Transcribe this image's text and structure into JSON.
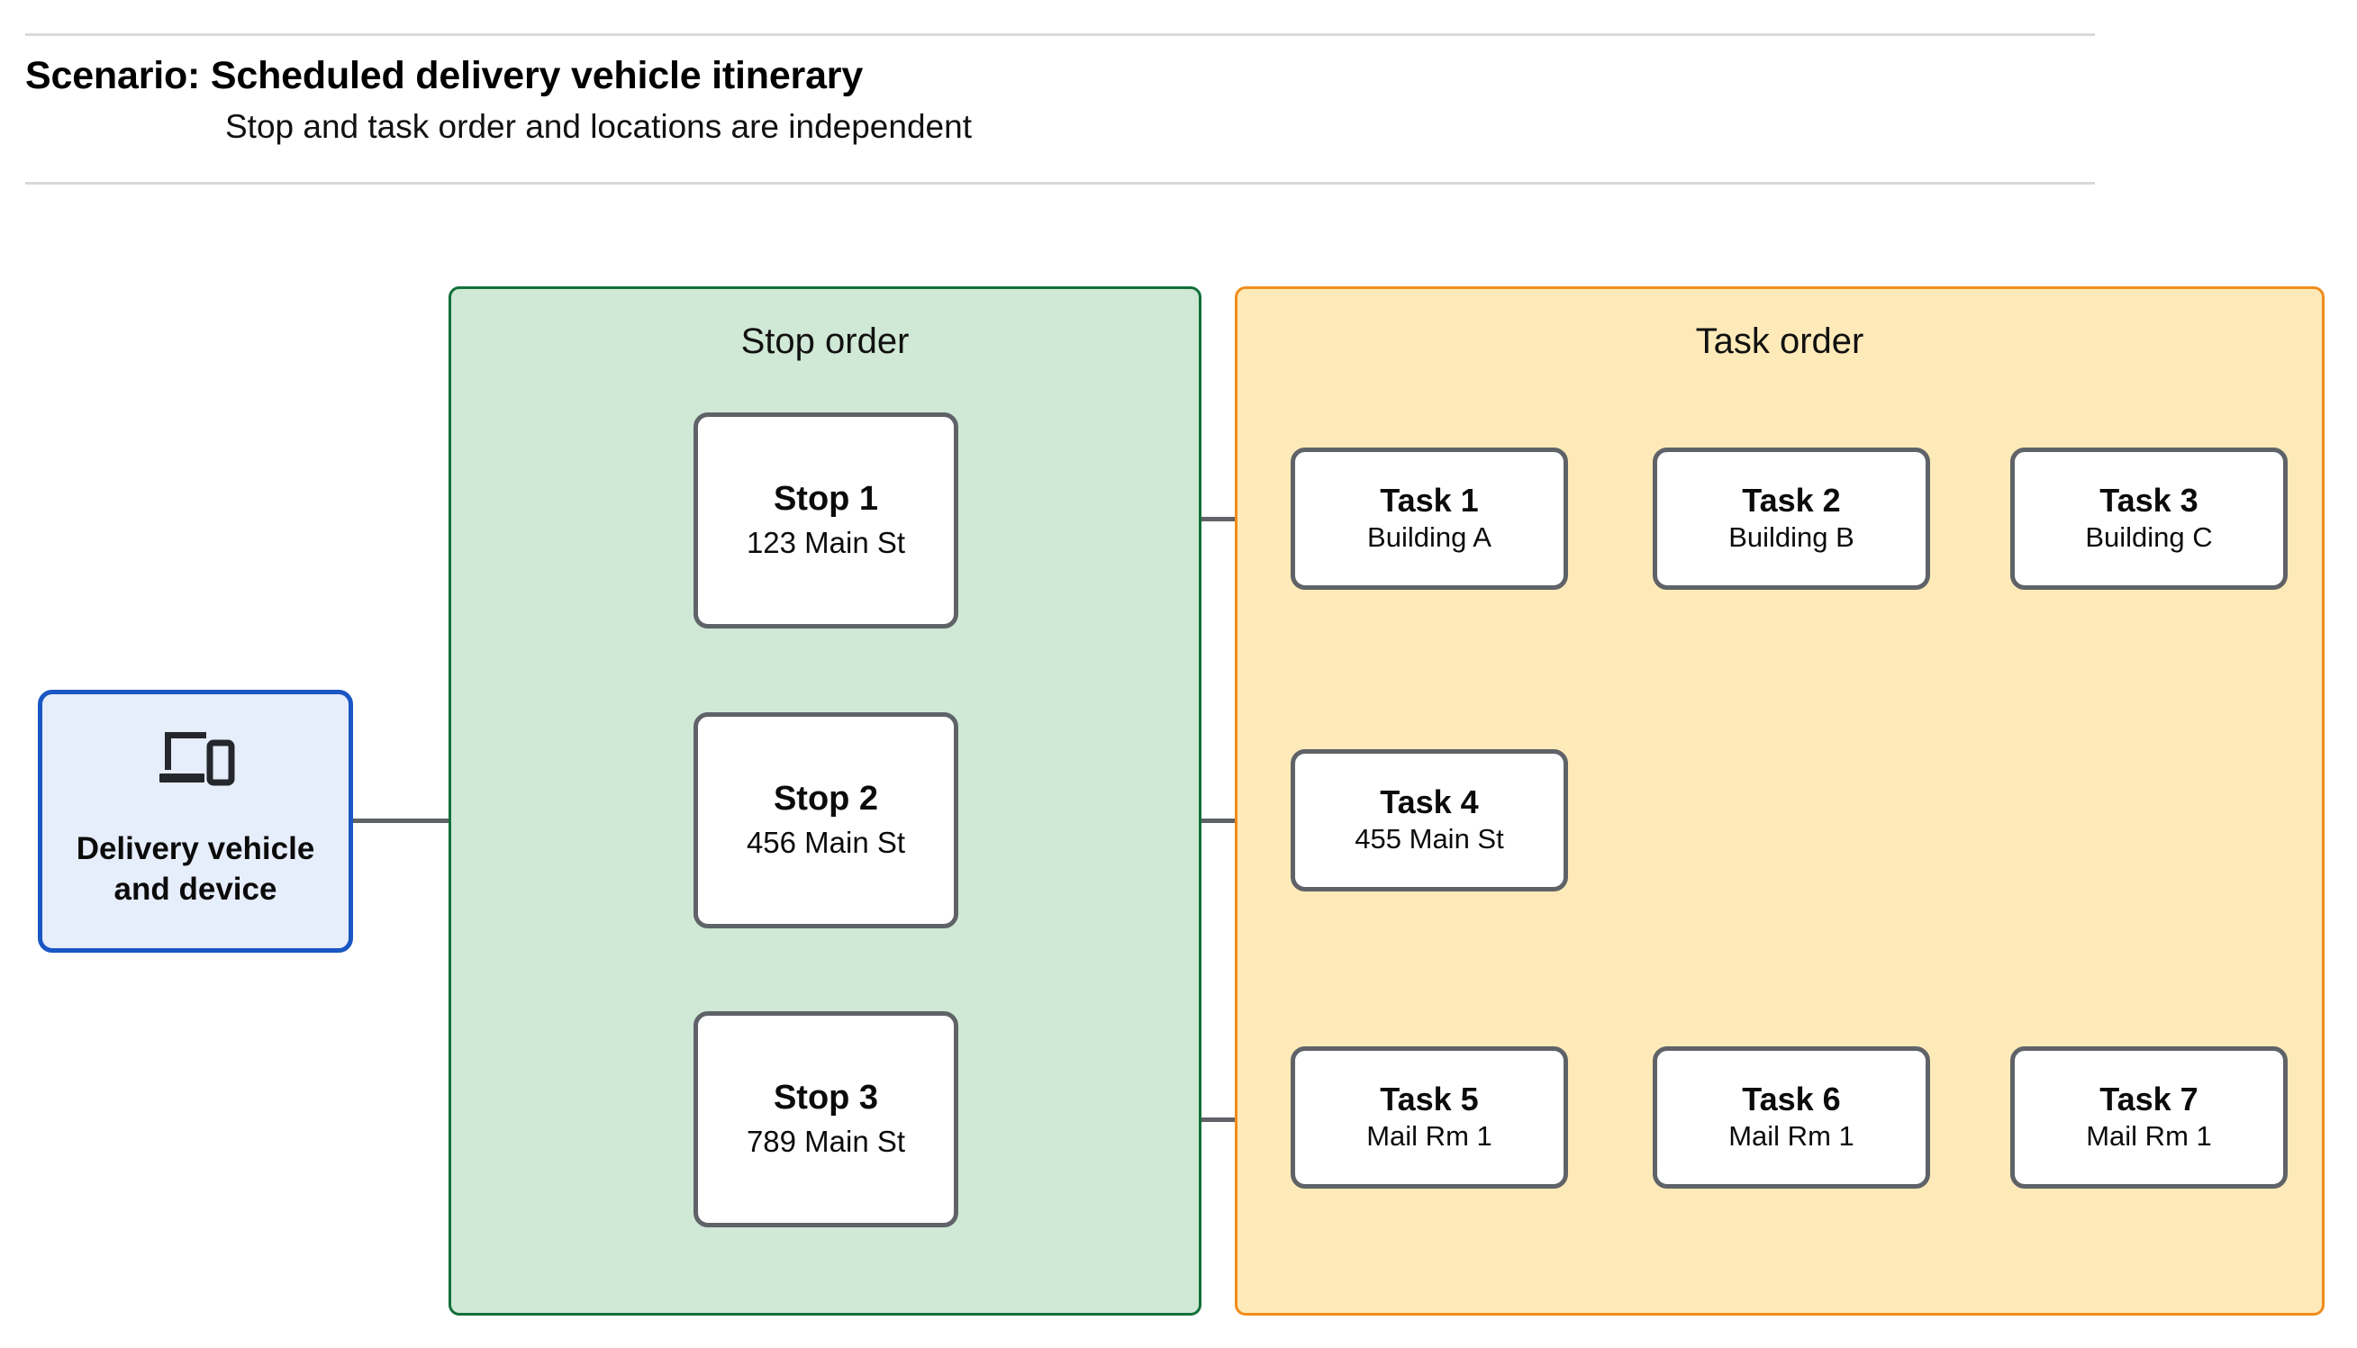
{
  "header": {
    "title": "Scenario: Scheduled delivery vehicle itinerary",
    "subtitle": "Stop and task order and locations are independent"
  },
  "source_node": {
    "icon": "devices-icon",
    "label_line1": "Delivery vehicle",
    "label_line2": "and device"
  },
  "groups": {
    "stop": {
      "title": "Stop order",
      "fill": "#d0e8d6",
      "border": "#11703a"
    },
    "task": {
      "title": "Task order",
      "fill": "#fdeab8",
      "border": "#f08c1b"
    }
  },
  "stops": [
    {
      "name": "Stop 1",
      "address": "123 Main St"
    },
    {
      "name": "Stop 2",
      "address": "456 Main St"
    },
    {
      "name": "Stop 3",
      "address": "789 Main St"
    }
  ],
  "task_rows": [
    {
      "tasks": [
        {
          "name": "Task 1",
          "location": "Building A"
        },
        {
          "name": "Task 2",
          "location": "Building B"
        },
        {
          "name": "Task 3",
          "location": "Building C"
        }
      ]
    },
    {
      "tasks": [
        {
          "name": "Task 4",
          "location": "455 Main St"
        }
      ]
    },
    {
      "tasks": [
        {
          "name": "Task 5",
          "location": "Mail Rm 1"
        },
        {
          "name": "Task 6",
          "location": "Mail Rm 1"
        },
        {
          "name": "Task 7",
          "location": "Mail Rm 1"
        }
      ]
    }
  ],
  "colors": {
    "connector": "#5f6368",
    "card_border": "#5f6368",
    "device_border": "#1a56c4",
    "device_fill": "#e6edfb",
    "rule": "#d9d9d9"
  }
}
